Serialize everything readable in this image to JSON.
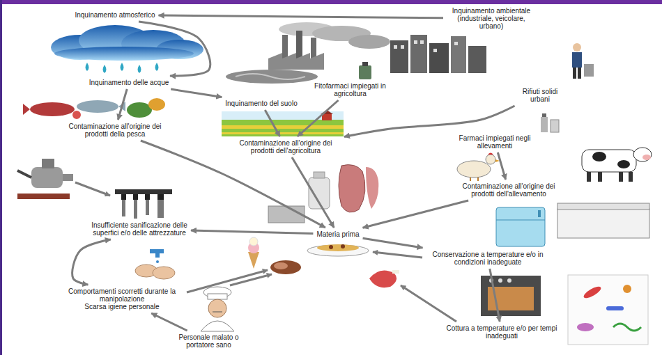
{
  "diagram": {
    "nodes": [
      {
        "text": [
          "Inquinamento atmosferico"
        ]
      },
      {
        "text": [
          "Inquinamento ambientale (industriale, veicolare, urbano)"
        ]
      },
      {
        "text": [
          "Inquinamento delle acque"
        ]
      },
      {
        "text": [
          "Fitofarmaci impiegati in agricoltura"
        ]
      },
      {
        "text": [
          "Rifiuti solidi urbani"
        ]
      },
      {
        "text": [
          "Contaminazione all'origine dei prodotti della pesca"
        ]
      },
      {
        "text": [
          "Inquinamento del suolo"
        ]
      },
      {
        "text": [
          "Farmaci impiegati negli allevamenti"
        ]
      },
      {
        "text": [
          "Contaminazione all'origine dei prodotti dell'agricoltura"
        ]
      },
      {
        "text": [
          "Contaminazione all'origine dei prodotti dell'allevamento"
        ]
      },
      {
        "text": [
          "Insufficiente sanificazione delle superfici e/o delle attrezzature"
        ]
      },
      {
        "text": [
          "Materia prima"
        ]
      },
      {
        "text": [
          "Conservazione a temperature e/o in condizioni inadeguate"
        ]
      },
      {
        "text": [
          "Comportamenti scorretti durante la manipolazione",
          "Scarsa igiene personale"
        ]
      },
      {
        "text": [
          "Cottura a temperature e/o per tempi inadeguati"
        ]
      },
      {
        "text": [
          "Personale malato o portatore sano"
        ]
      }
    ],
    "edges": [
      {
        "from": 1,
        "to": 0,
        "arrow": "to"
      },
      {
        "from": 0,
        "to": 2,
        "arrow": "to"
      },
      {
        "from": 2,
        "to": 5,
        "arrow": "to"
      },
      {
        "from": 2,
        "to": 6,
        "arrow": "to"
      },
      {
        "from": 3,
        "to": 8,
        "arrow": "to"
      },
      {
        "from": 4,
        "to": 8,
        "arrow": "to"
      },
      {
        "from": 6,
        "to": 8,
        "arrow": "to"
      },
      {
        "from": 7,
        "to": 9,
        "arrow": "to"
      },
      {
        "from": 5,
        "to": 11,
        "arrow": "to"
      },
      {
        "from": 8,
        "to": 11,
        "arrow": "to"
      },
      {
        "from": 9,
        "to": 11,
        "arrow": "to"
      },
      {
        "from": 11,
        "to": 10,
        "arrow": "to"
      },
      {
        "from": 11,
        "to": 12,
        "arrow": "to"
      },
      {
        "from": 12,
        "to": 14,
        "arrow": "to"
      },
      {
        "from": 10,
        "to": 13,
        "arrow": "both"
      },
      {
        "from": 15,
        "to": 13,
        "arrow": "to"
      }
    ]
  }
}
